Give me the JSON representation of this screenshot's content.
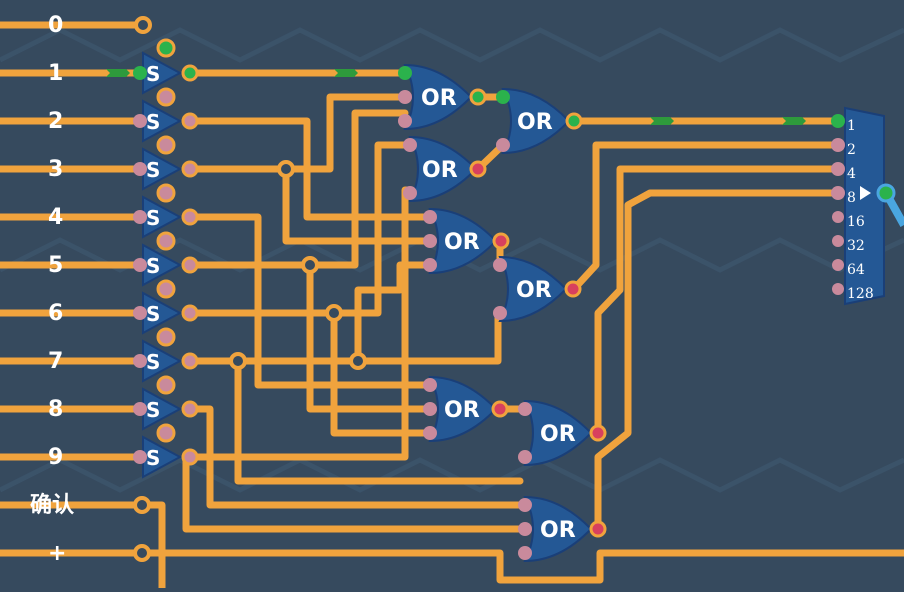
{
  "input_labels": [
    "0",
    "1",
    "2",
    "3",
    "4",
    "5",
    "6",
    "7",
    "8",
    "9",
    "确认",
    "+"
  ],
  "switch_label": "S",
  "gate_label": "OR",
  "bus_bits": [
    "1",
    "2",
    "4",
    "8",
    "16",
    "32",
    "64",
    "128"
  ],
  "colors": {
    "background": "#364a5e",
    "wire": "#f0a33d",
    "gate_fill": "#245895",
    "gate_stroke": "#1a3f78",
    "pin_active": "#2bb24c",
    "pin_inactive": "#c98a9c",
    "pin_output_off": "#d8405e",
    "signal_arrow": "#2e9a3c"
  }
}
